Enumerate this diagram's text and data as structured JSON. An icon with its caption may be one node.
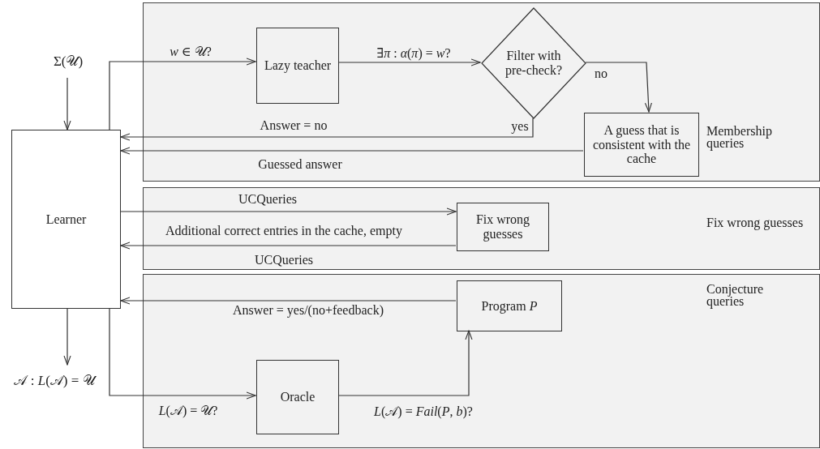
{
  "diagram": {
    "nodes": [
      {
        "text": [
          "Membership queries"
        ]
      },
      {
        "text": [
          "Lazy teacher"
        ],
        "in": 0
      },
      {
        "text": [
          "Filter with pre-check?"
        ],
        "in": 0
      },
      {
        "text": [
          "A guess that is consistent with the cache"
        ],
        "in": 0
      },
      {
        "text": [
          "Fix wrong guesses"
        ]
      },
      {
        "text": [
          "Fix wrong guesses"
        ],
        "in": 4
      },
      {
        "text": [
          "Conjecture queries"
        ]
      },
      {
        "text": [
          "Program *P*"
        ],
        "in": 6
      },
      {
        "text": [
          "Oracle"
        ],
        "in": 6
      },
      {
        "text": [
          "Learner"
        ]
      },
      {
        "text": [
          "Σ(𝒰)"
        ]
      },
      {
        "text": [
          "𝒜 : *L*(𝒜) = 𝒰"
        ]
      }
    ],
    "edges": [
      {
        "from": 10,
        "to": 9,
        "arrow": "to"
      },
      {
        "from": 9,
        "to": 1,
        "arrow": "to",
        "label": "*w* ∈ 𝒰?"
      },
      {
        "from": 1,
        "to": 2,
        "arrow": "to",
        "label": "∃*π* : *α*(*π*) = *w*?"
      },
      {
        "from": 2,
        "to": 3,
        "arrow": "to",
        "label": "no"
      },
      {
        "from": 2,
        "to": 9,
        "arrow": "to",
        "label": "Answer = no"
      },
      {
        "from": 3,
        "to": 9,
        "arrow": "to",
        "label": "Guessed answer"
      },
      {
        "from": 9,
        "to": 5,
        "arrow": "to",
        "label": "UCQueries"
      },
      {
        "from": 5,
        "to": 9,
        "arrow": "to",
        "label": "Additional correct entries in the cache, empty UCQueries"
      },
      {
        "from": 7,
        "to": 9,
        "arrow": "to",
        "label": "Answer = yes/(no+feedback)"
      },
      {
        "from": 9,
        "to": 8,
        "arrow": "to",
        "label": "*L*(𝒜) = 𝒰?"
      },
      {
        "from": 8,
        "to": 7,
        "arrow": "to",
        "label": "*L*(𝒜) = *Fail*(*P*, *b*)?"
      },
      {
        "from": 9,
        "to": 11,
        "arrow": "to"
      }
    ],
    "labels": [
      "yes"
    ]
  }
}
